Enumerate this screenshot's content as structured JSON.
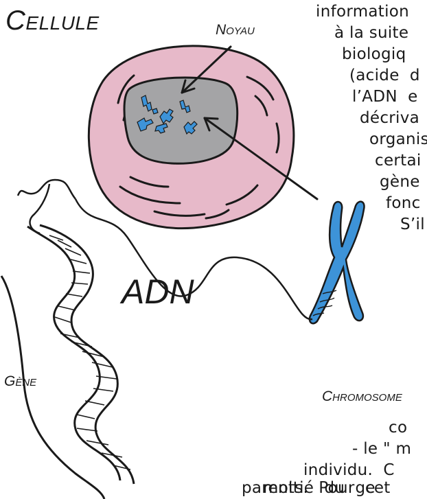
{
  "labels": {
    "cellule": "Cellule",
    "noyau": "Noyau",
    "adn": "ADN",
    "chromosome": "Chromosome",
    "gene": "Gène"
  },
  "text_fragments": [
    "information",
    "à la suite",
    "biologiq",
    "(acide  d",
    "l’ADN  e",
    "décriva",
    "organis",
    "certai",
    "gène",
    "fonc",
    "S’il",
    "co",
    "- le \" m",
    "individu.  C",
    "moitié  du  ge",
    "parents.  Pour  cet"
  ],
  "colors": {
    "cell_fill": "#e7b9c9",
    "nucleus_fill": "#a4a4a6",
    "chromosome_blue": "#3d93d8",
    "ink": "#1a1a1a"
  }
}
